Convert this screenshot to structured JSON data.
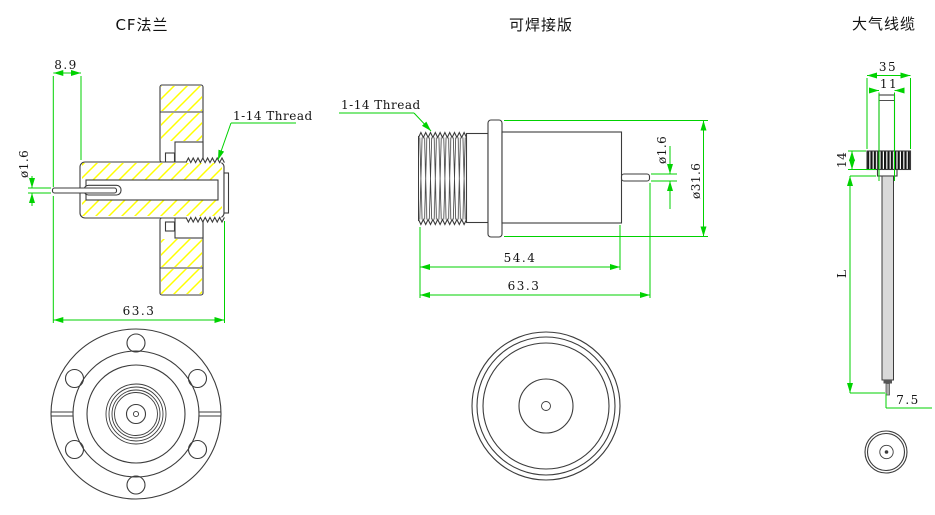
{
  "colors": {
    "dimension": "#00d200",
    "hatch": "#ffff00",
    "outline": "#3c3c3c"
  },
  "cf_flange": {
    "title": "CF法兰",
    "thread_label": "1-14 Thread",
    "dim_pin_protrusion": "8.9",
    "dim_pin_diameter": "ø1.6",
    "dim_total_length": "63.3"
  },
  "weldable": {
    "title": "可焊接版",
    "thread_label": "1-14 Thread",
    "dim_pin_diameter": "ø1.6",
    "dim_flange_diameter": "ø31.6",
    "dim_body_length": "54.4",
    "dim_total_length": "63.3"
  },
  "air_cable": {
    "title": "大气线缆",
    "dim_nut_width": "35",
    "dim_tube_diameter": "11",
    "dim_nut_height": "14",
    "dim_cable_length": "L",
    "dim_pin_length": "7.5"
  }
}
